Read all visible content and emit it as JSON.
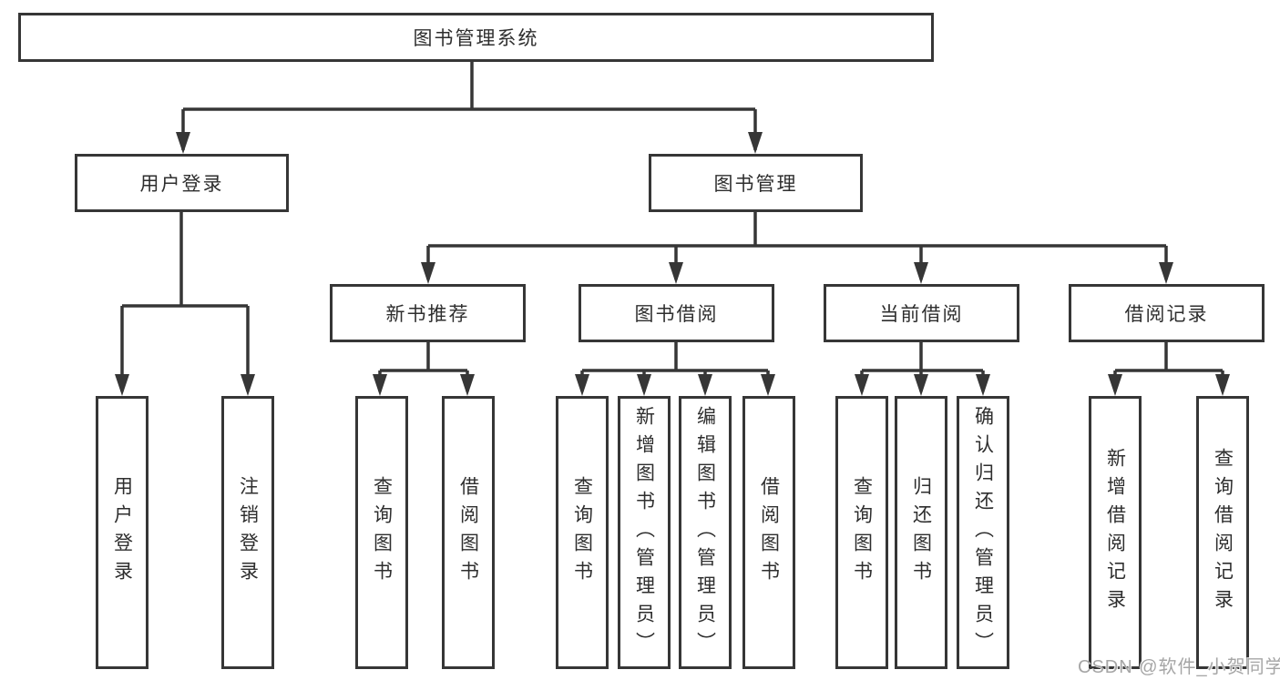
{
  "diagram": {
    "title_note": "functional structure tree",
    "root": {
      "label": "图书管理系统"
    },
    "level2": [
      {
        "id": "user-login",
        "label": "用户登录"
      },
      {
        "id": "book-management",
        "label": "图书管理"
      }
    ],
    "level3": [
      {
        "id": "new-book-recommendation",
        "parent": "图书管理",
        "label": "新书推荐"
      },
      {
        "id": "book-borrowing",
        "parent": "图书管理",
        "label": "图书借阅"
      },
      {
        "id": "current-borrowing",
        "parent": "图书管理",
        "label": "当前借阅"
      },
      {
        "id": "borrowing-records",
        "parent": "图书管理",
        "label": "借阅记录"
      }
    ],
    "leaves": [
      {
        "parent": "用户登录",
        "label": "用户登录"
      },
      {
        "parent": "用户登录",
        "label": "注销登录"
      },
      {
        "parent": "新书推荐",
        "label": "查询图书"
      },
      {
        "parent": "新书推荐",
        "label": "借阅图书"
      },
      {
        "parent": "图书借阅",
        "label": "查询图书"
      },
      {
        "parent": "图书借阅",
        "label": "新增图书（管理员）"
      },
      {
        "parent": "图书借阅",
        "label": "编辑图书（管理员）"
      },
      {
        "parent": "图书借阅",
        "label": "借阅图书"
      },
      {
        "parent": "当前借阅",
        "label": "查询图书"
      },
      {
        "parent": "当前借阅",
        "label": "归还图书"
      },
      {
        "parent": "当前借阅",
        "label": "确认归还（管理员）"
      },
      {
        "parent": "借阅记录",
        "label": "新增借阅记录"
      },
      {
        "parent": "借阅记录",
        "label": "查询借阅记录"
      }
    ]
  },
  "watermark": {
    "text": "CSDN @软件_小贺同学"
  },
  "colors": {
    "line": "#363636",
    "text": "#2e2e2e",
    "watermark": "#a6a6a6",
    "background": "#ffffff"
  }
}
